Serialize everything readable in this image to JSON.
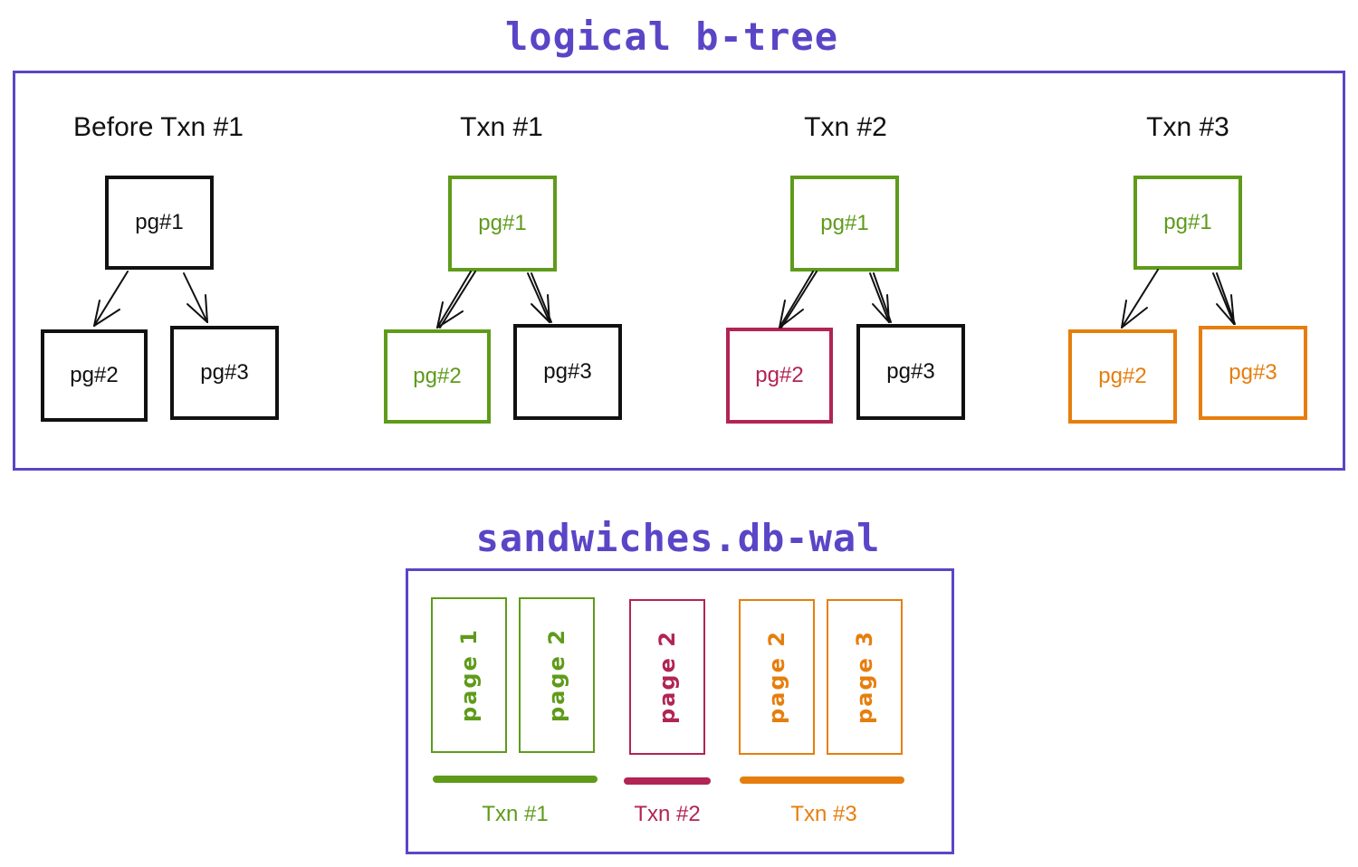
{
  "colors": {
    "accent": "#5b45c7",
    "black": "#111111",
    "green": "#5e9b1a",
    "red": "#b22455",
    "orange": "#e67e0d"
  },
  "logical_btree": {
    "title": "logical b-tree",
    "stages": [
      {
        "label": "Before Txn #1",
        "nodes": [
          {
            "label": "pg#1",
            "color": "black"
          },
          {
            "label": "pg#2",
            "color": "black"
          },
          {
            "label": "pg#3",
            "color": "black"
          }
        ]
      },
      {
        "label": "Txn #1",
        "nodes": [
          {
            "label": "pg#1",
            "color": "green"
          },
          {
            "label": "pg#2",
            "color": "green"
          },
          {
            "label": "pg#3",
            "color": "black"
          }
        ]
      },
      {
        "label": "Txn #2",
        "nodes": [
          {
            "label": "pg#1",
            "color": "green"
          },
          {
            "label": "pg#2",
            "color": "red"
          },
          {
            "label": "pg#3",
            "color": "black"
          }
        ]
      },
      {
        "label": "Txn #3",
        "nodes": [
          {
            "label": "pg#1",
            "color": "green"
          },
          {
            "label": "pg#2",
            "color": "orange"
          },
          {
            "label": "pg#3",
            "color": "orange"
          }
        ]
      }
    ]
  },
  "wal": {
    "title": "sandwiches.db-wal",
    "pages": [
      {
        "label": "page 1",
        "color": "green"
      },
      {
        "label": "page 2",
        "color": "green"
      },
      {
        "label": "page 2",
        "color": "red"
      },
      {
        "label": "page 2",
        "color": "orange"
      },
      {
        "label": "page 3",
        "color": "orange"
      }
    ],
    "txns": [
      {
        "label": "Txn #1",
        "color": "green"
      },
      {
        "label": "Txn #2",
        "color": "red"
      },
      {
        "label": "Txn #3",
        "color": "orange"
      }
    ]
  }
}
